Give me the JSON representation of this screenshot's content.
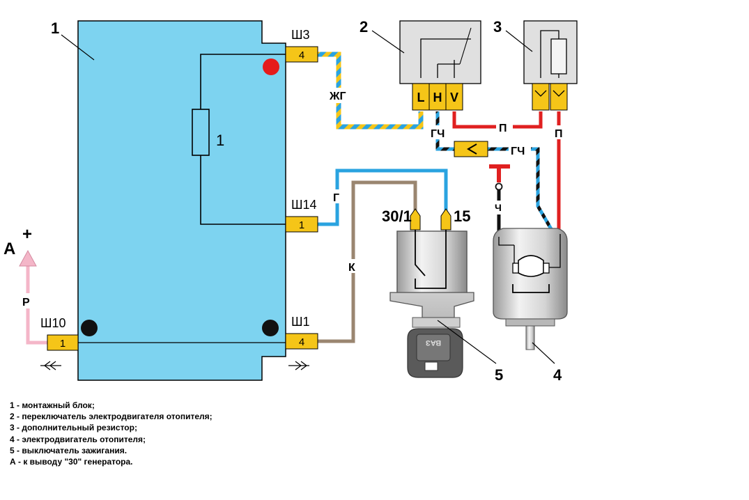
{
  "components": {
    "mounting_block": {
      "number": "1",
      "fuse_label": "1"
    },
    "switch": {
      "number": "2",
      "pins": [
        "L",
        "H",
        "V"
      ]
    },
    "resistor": {
      "number": "3"
    },
    "motor": {
      "number": "4"
    },
    "ignition": {
      "number": "5",
      "terminal_a": "30/1",
      "terminal_b": "15",
      "key_text": "ВАЗ"
    }
  },
  "connectors": [
    {
      "name": "Ш3",
      "pin": "4"
    },
    {
      "name": "Ш14",
      "pin": "1"
    },
    {
      "name": "Ш10",
      "pin": "1"
    },
    {
      "name": "Ш1",
      "pin": "4"
    }
  ],
  "wire_labels": {
    "zhg": "ЖГ",
    "gch_top": "ГЧ",
    "gch_right": "ГЧ",
    "p_top": "П",
    "p_right": "П",
    "g": "Г",
    "k": "К",
    "r": "Р",
    "ch": "Ч"
  },
  "external": {
    "label": "А",
    "polarity": "+"
  },
  "legend": [
    "1 - монтажный блок;",
    "2 - переключатель электродвигателя отопителя;",
    "3 - дополнительный резистор;",
    "4 - электродвигатель отопителя;",
    "5 - выключатель зажигания.",
    "А - к выводу \"30\" генератора."
  ],
  "colors": {
    "block": "#7dd3f0",
    "connector": "#f5c518",
    "wire_yellow": "#f5c518",
    "wire_blue": "#2aa3e0",
    "wire_red": "#e02020",
    "wire_brown": "#9a8670",
    "wire_pink": "#f4b6c8",
    "component_gray": "#dcdcdc"
  }
}
